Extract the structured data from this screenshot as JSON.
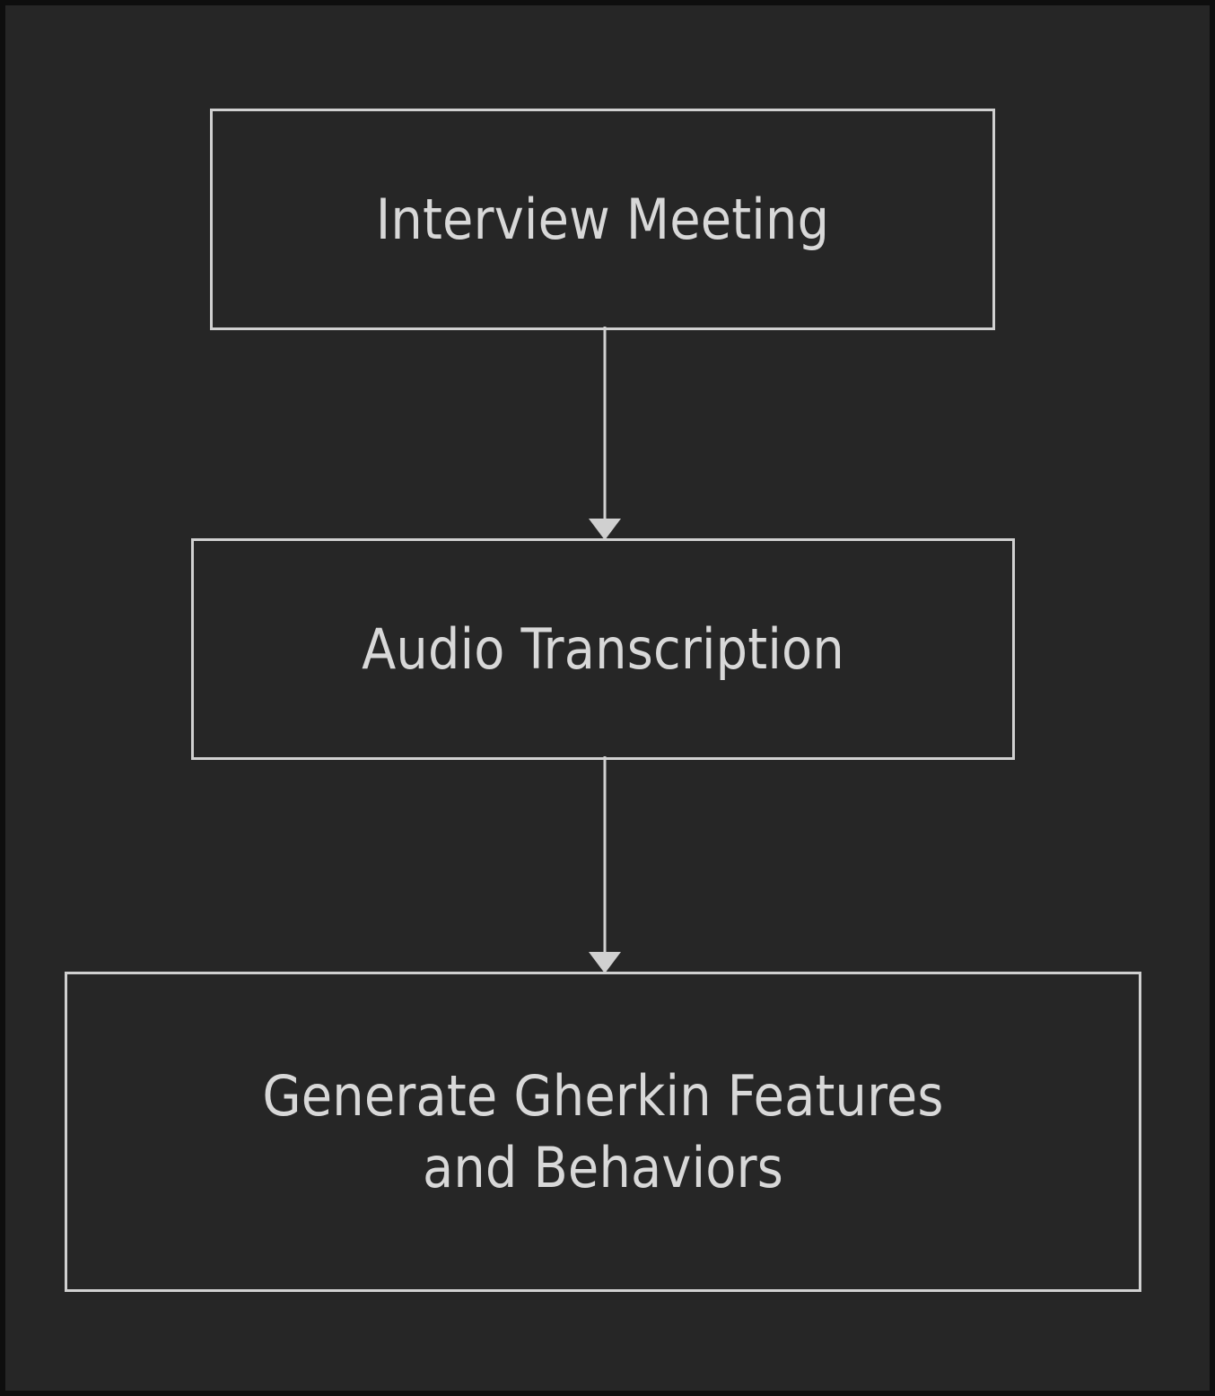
{
  "diagram": {
    "type": "flowchart",
    "orientation": "top-to-bottom",
    "background_color": "#262626",
    "frame_color": "#0d0d0d",
    "node_border_color": "#d0d0d0",
    "node_fill_color": "#262626",
    "text_color": "#d8d8d8",
    "edge_color": "#d0d0d0",
    "nodes": [
      {
        "id": "interview-meeting",
        "label": "Interview Meeting",
        "shape": "rectangle"
      },
      {
        "id": "audio-transcription",
        "label": "Audio Transcription",
        "shape": "rectangle"
      },
      {
        "id": "generate-gherkin",
        "label": "Generate Gherkin Features\nand Behaviors",
        "shape": "rectangle"
      }
    ],
    "edges": [
      {
        "id": "edge-1",
        "from": "interview-meeting",
        "to": "audio-transcription",
        "label": "",
        "arrowhead": "filled-triangle"
      },
      {
        "id": "edge-2",
        "from": "audio-transcription",
        "to": "generate-gherkin",
        "label": "",
        "arrowhead": "filled-triangle"
      }
    ]
  }
}
